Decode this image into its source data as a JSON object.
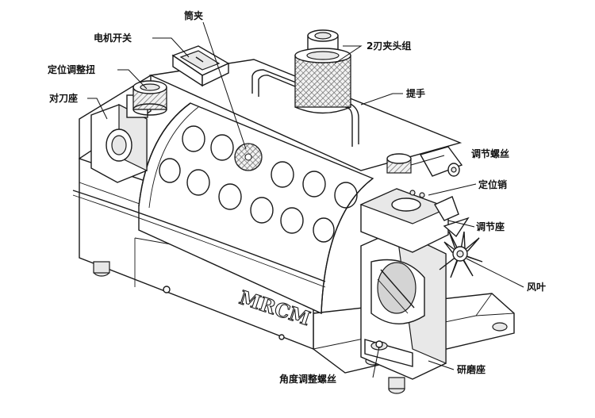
{
  "labels": {
    "motor_switch": "电机开关",
    "collet": "筒夹",
    "collet_chuck_group": "2刃夹头组",
    "positioning_knob": "定位调整扭",
    "tool_seat": "对刀座",
    "handle": "提手",
    "adjust_screw": "调节螺丝",
    "positioning_pin": "定位销",
    "adjust_seat": "调节座",
    "fan_blade": "风叶",
    "angle_screw": "角度调整螺丝",
    "grinding_seat": "研磨座"
  },
  "brand": "MRCM",
  "colors": {
    "line": "#1a1a1a",
    "shade": "#e8e8e8",
    "knurl": "#888888"
  }
}
